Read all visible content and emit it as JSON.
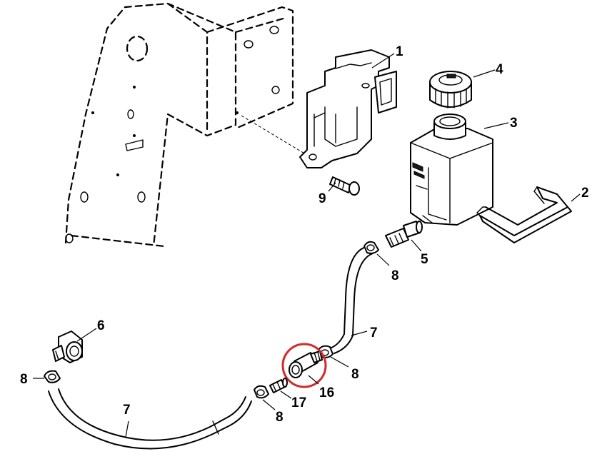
{
  "callouts": {
    "c1": "1",
    "c2": "2",
    "c3": "3",
    "c4": "4",
    "c5": "5",
    "c6": "6",
    "c7a": "7",
    "c7b": "7",
    "c8a": "8",
    "c8b": "8",
    "c8c": "8",
    "c8d": "8",
    "c9": "9",
    "c16": "16",
    "c17": "17"
  },
  "highlight": {
    "part": "16",
    "color": "#d12b2b"
  }
}
